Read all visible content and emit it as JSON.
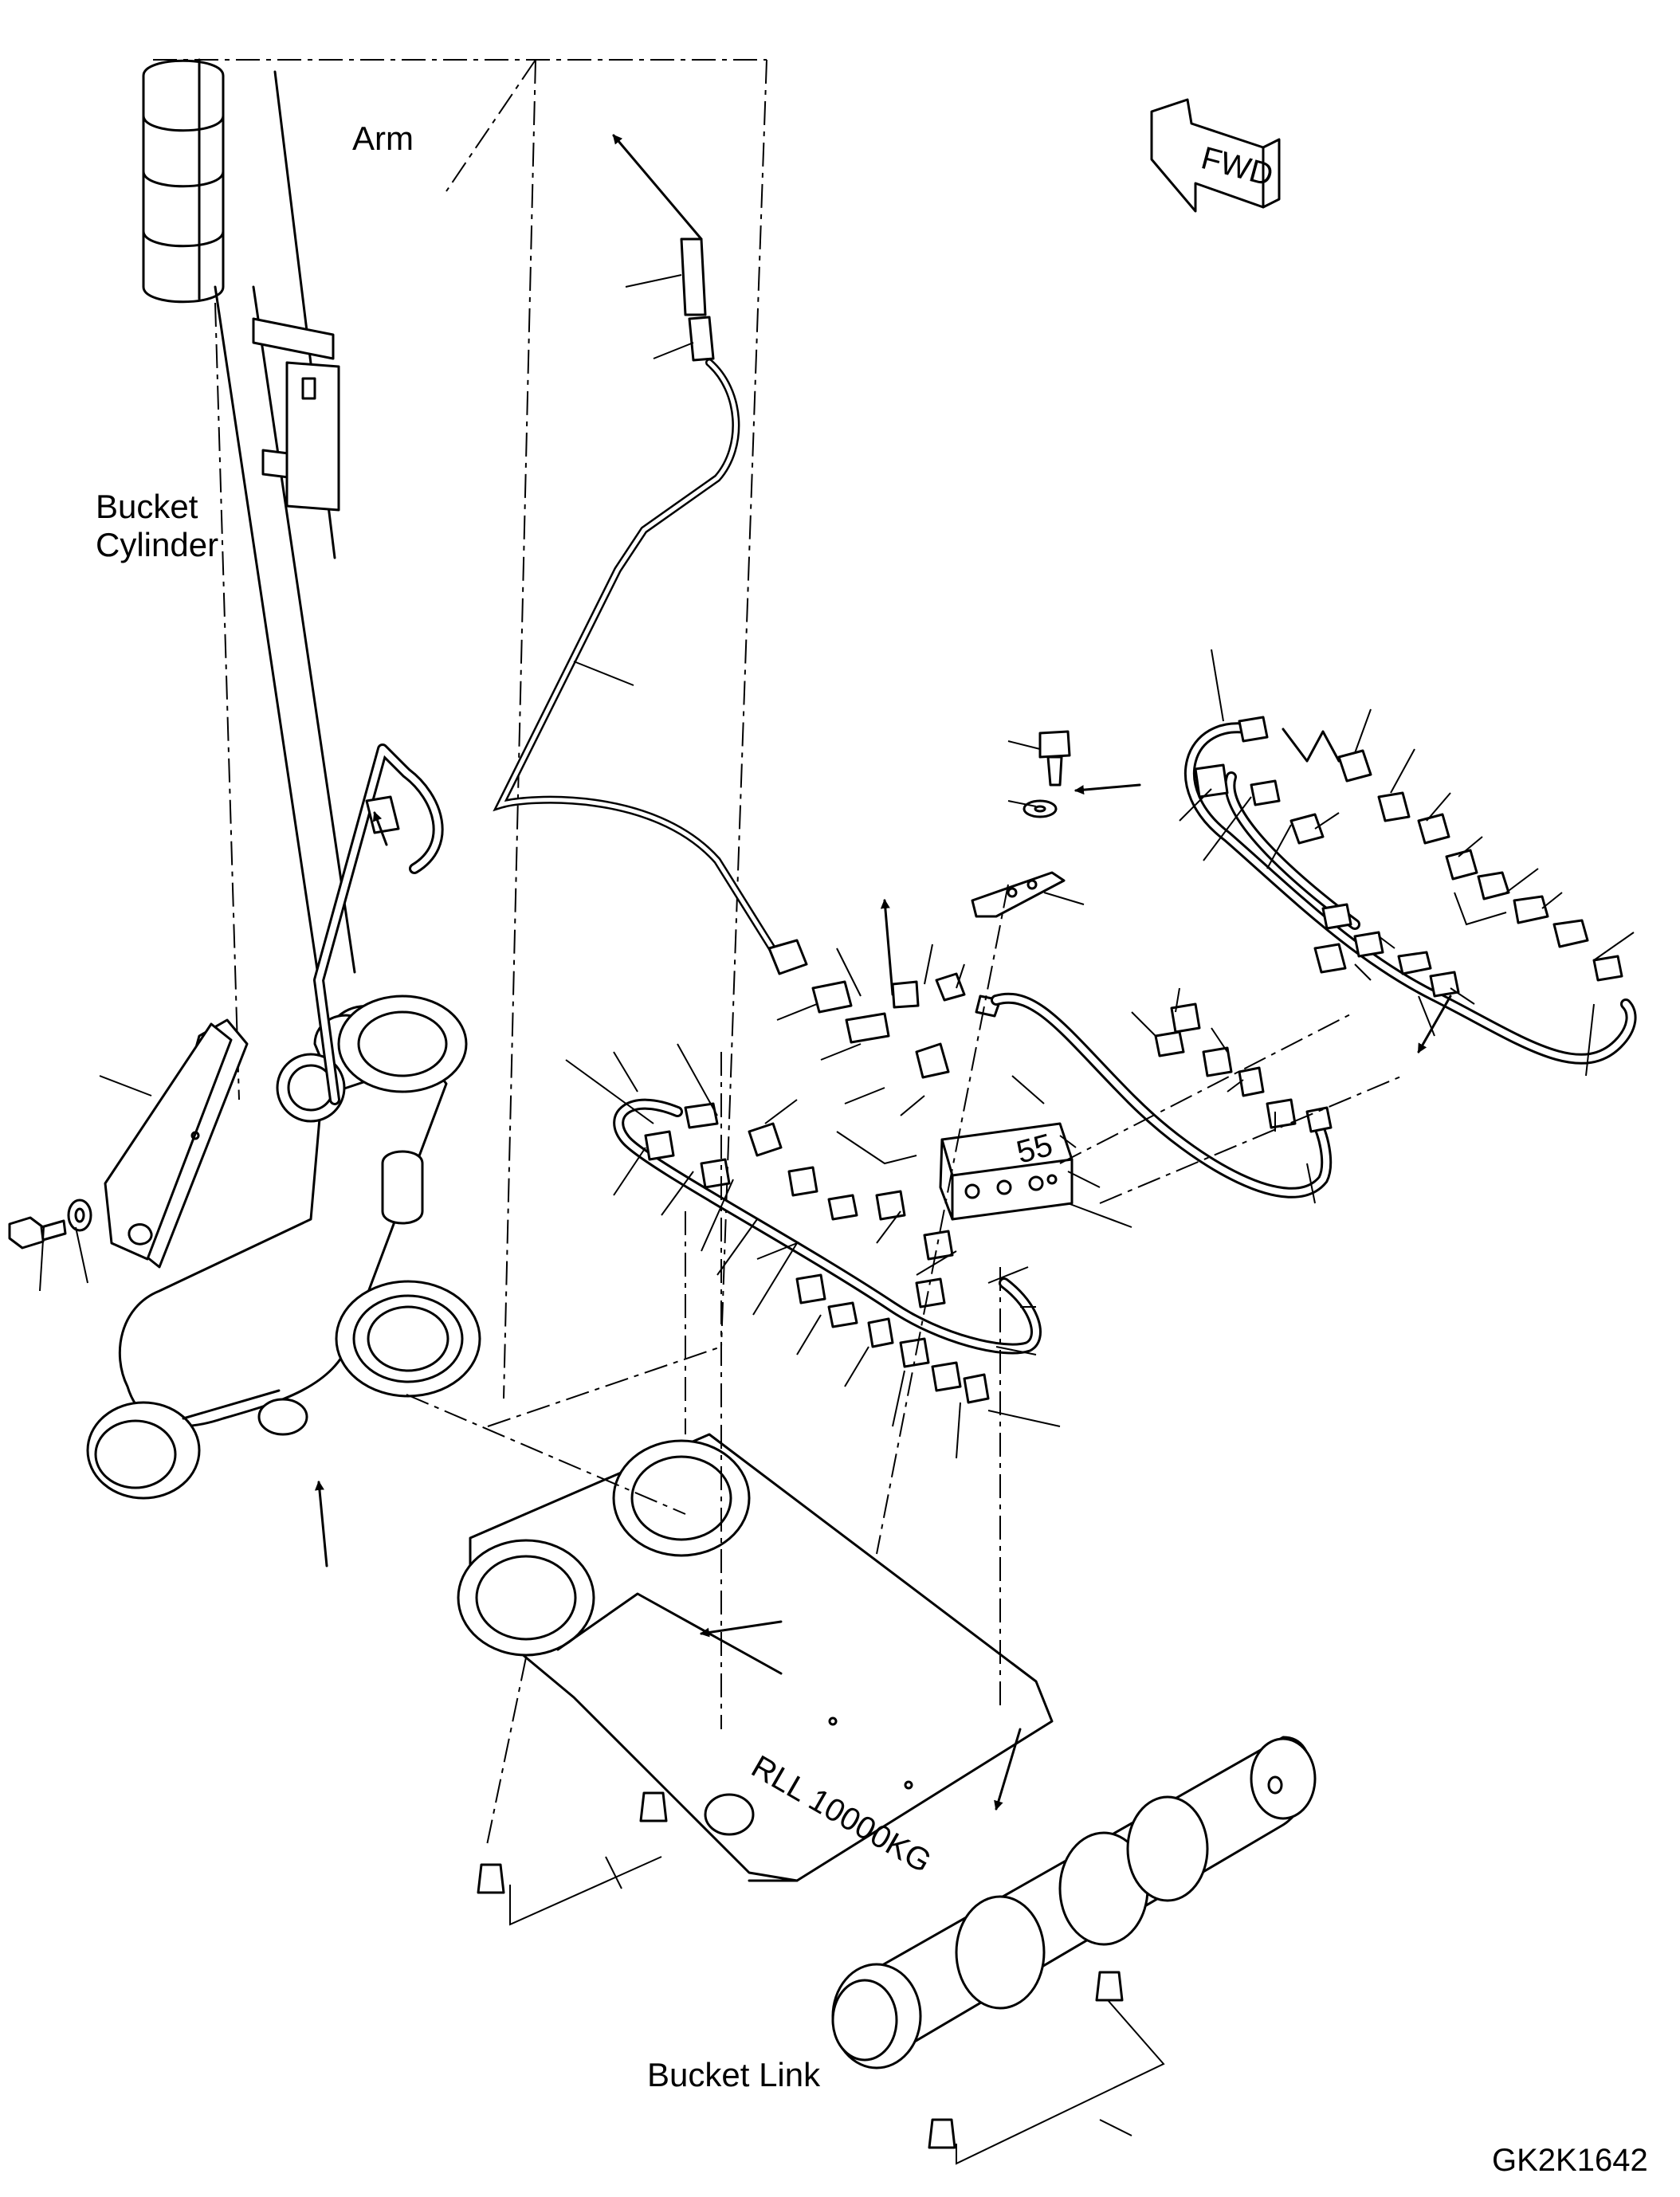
{
  "labels": {
    "arm": "Arm",
    "bucket_cylinder": "Bucket\nCylinder",
    "bucket_link": "Bucket Link",
    "drawing_code": "GK2K1642"
  },
  "fwd_indicator": "FWD",
  "link_marking": "RLL 10000KG",
  "block_marking": "55"
}
